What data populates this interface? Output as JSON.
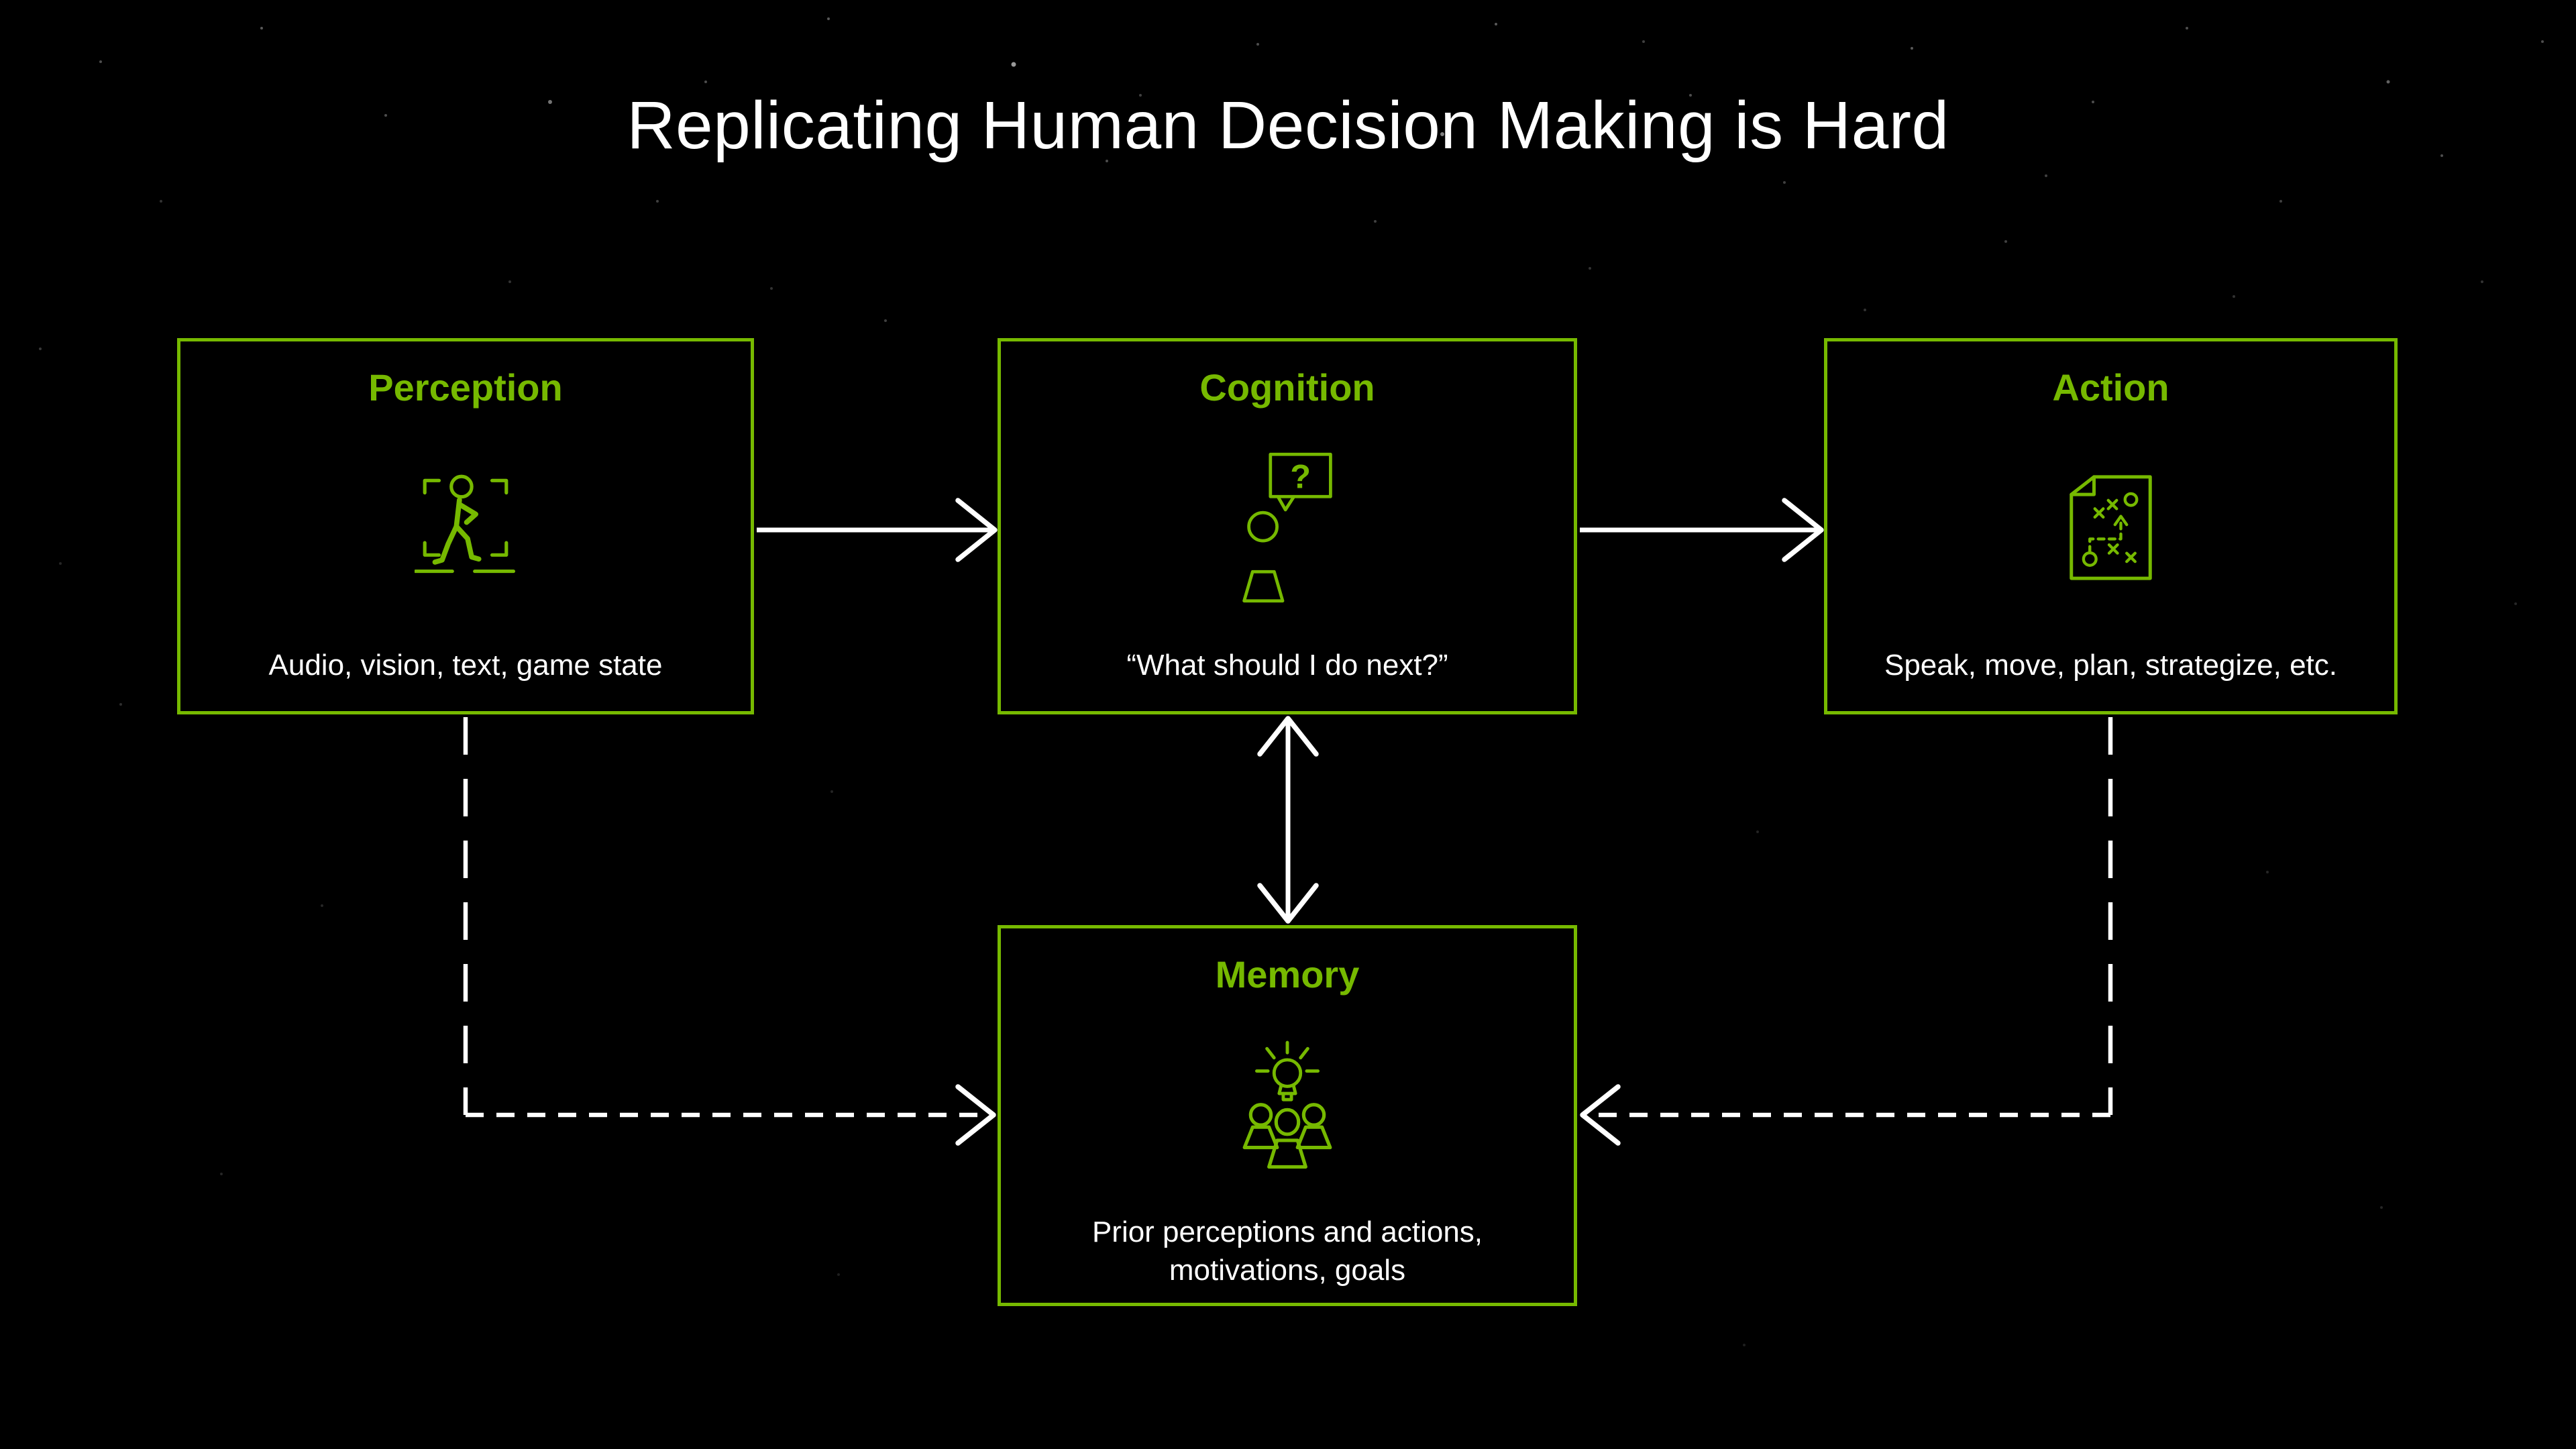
{
  "title": "Replicating Human Decision Making is Hard",
  "colors": {
    "accent_green": "#76B900",
    "text_white": "#FFFFFF",
    "background": "#000000"
  },
  "boxes": {
    "perception": {
      "title": "Perception",
      "body": "Audio, vision, text, game state",
      "icon": "person-walking-scan-icon"
    },
    "cognition": {
      "title": "Cognition",
      "body": "“What should I do next?”",
      "icon": "person-question-bubble-icon",
      "icon_glyph": "?"
    },
    "action": {
      "title": "Action",
      "body": "Speak, move, plan, strategize, etc.",
      "icon": "strategy-playbook-document-icon"
    },
    "memory": {
      "title": "Memory",
      "body": "Prior perceptions and actions,\nmotivations, goals",
      "icon": "team-idea-lightbulb-icon"
    }
  },
  "connectors": [
    {
      "from": "Perception",
      "to": "Cognition",
      "style": "solid",
      "arrows": "forward"
    },
    {
      "from": "Cognition",
      "to": "Action",
      "style": "solid",
      "arrows": "forward"
    },
    {
      "from": "Cognition",
      "to": "Memory",
      "style": "solid",
      "arrows": "both"
    },
    {
      "from": "Perception",
      "to": "Memory",
      "style": "dashed",
      "arrows": "forward"
    },
    {
      "from": "Action",
      "to": "Memory",
      "style": "dashed",
      "arrows": "forward"
    }
  ]
}
